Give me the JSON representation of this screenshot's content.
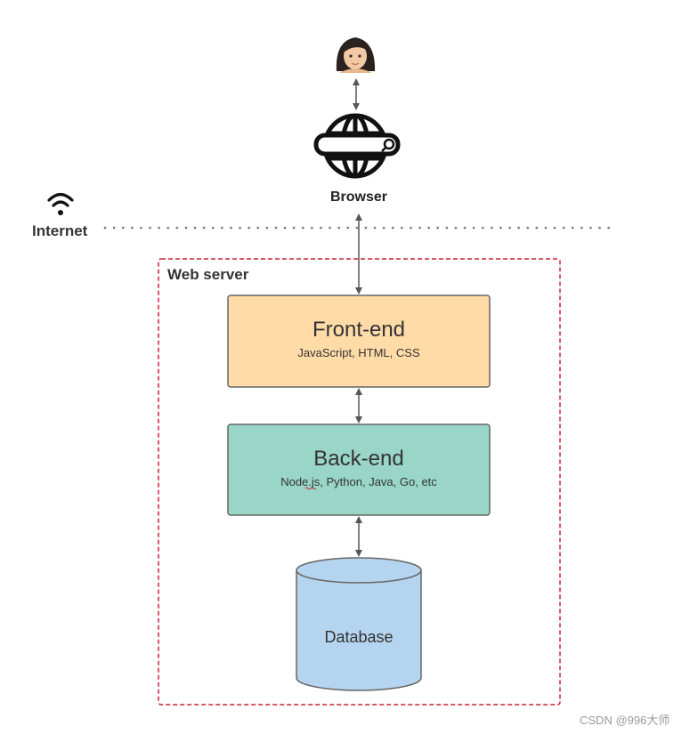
{
  "browser": {
    "label": "Browser"
  },
  "internet": {
    "label": "Internet"
  },
  "web_server": {
    "label": "Web server"
  },
  "frontend": {
    "title": "Front-end",
    "subtitle": "JavaScript, HTML, CSS"
  },
  "backend": {
    "title": "Back-end",
    "subtitle": "Node.js, Python, Java, Go, etc"
  },
  "database": {
    "label": "Database"
  },
  "watermark": {
    "text": "CSDN @996大师"
  },
  "colors": {
    "frontend_fill": "#FFDBA8",
    "backend_fill": "#99D6C8",
    "database_fill": "#B5D4EF",
    "border": "#666666",
    "server_border": "#CC2233"
  },
  "icons": {
    "user": "user-avatar-icon",
    "browser": "globe-browser-icon",
    "internet": "wifi-icon"
  }
}
